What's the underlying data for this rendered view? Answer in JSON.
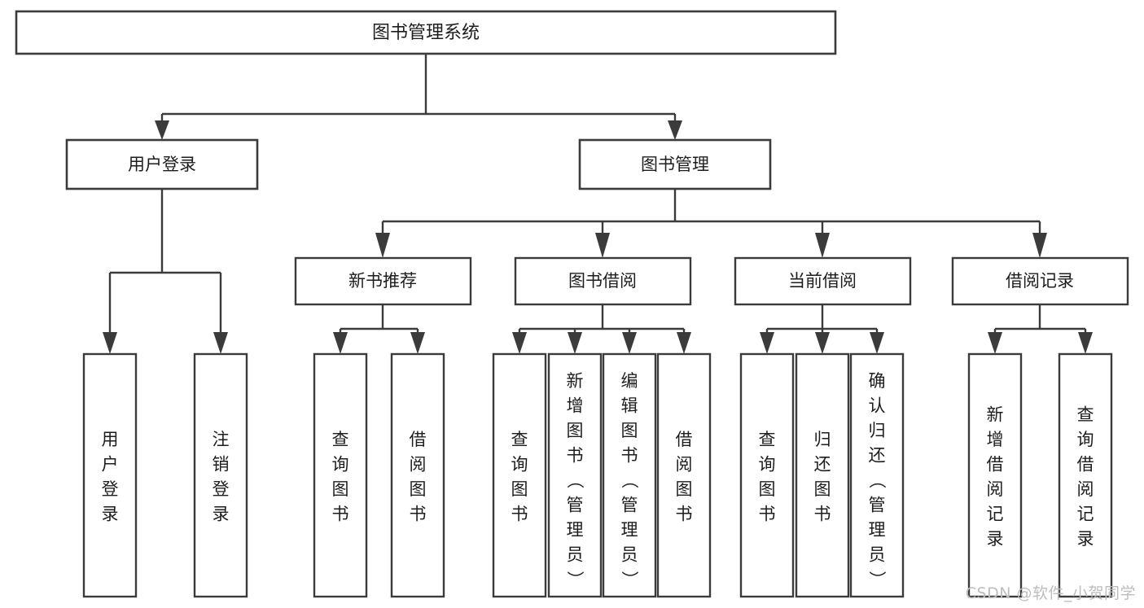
{
  "diagram": {
    "type": "tree",
    "title": "图书管理系统",
    "root": {
      "id": "root",
      "label": "图书管理系统",
      "orientation": "horizontal"
    },
    "level2": [
      {
        "id": "user-login",
        "label": "用户登录",
        "orientation": "horizontal"
      },
      {
        "id": "book-management",
        "label": "图书管理",
        "orientation": "horizontal"
      }
    ],
    "level3": [
      {
        "id": "new-book-recommend",
        "label": "新书推荐",
        "orientation": "horizontal",
        "parent": "book-management"
      },
      {
        "id": "book-borrow",
        "label": "图书借阅",
        "orientation": "horizontal",
        "parent": "book-management"
      },
      {
        "id": "current-borrow",
        "label": "当前借阅",
        "orientation": "horizontal",
        "parent": "book-management"
      },
      {
        "id": "borrow-record",
        "label": "借阅记录",
        "orientation": "horizontal",
        "parent": "book-management"
      }
    ],
    "leaves": [
      {
        "id": "leaf-user-login",
        "label": "用户登录",
        "orientation": "vertical",
        "parent": "user-login"
      },
      {
        "id": "leaf-user-logout",
        "label": "注销登录",
        "orientation": "vertical",
        "parent": "user-login"
      },
      {
        "id": "leaf-query-book-1",
        "label": "查询图书",
        "orientation": "vertical",
        "parent": "new-book-recommend"
      },
      {
        "id": "leaf-borrow-book-1",
        "label": "借阅图书",
        "orientation": "vertical",
        "parent": "new-book-recommend"
      },
      {
        "id": "leaf-query-book-2",
        "label": "查询图书",
        "orientation": "vertical",
        "parent": "book-borrow"
      },
      {
        "id": "leaf-add-book",
        "label": "新增图书（管理员）",
        "orientation": "vertical",
        "parent": "book-borrow"
      },
      {
        "id": "leaf-edit-book",
        "label": "编辑图书（管理员）",
        "orientation": "vertical",
        "parent": "book-borrow"
      },
      {
        "id": "leaf-borrow-book-2",
        "label": "借阅图书",
        "orientation": "vertical",
        "parent": "book-borrow"
      },
      {
        "id": "leaf-query-book-3",
        "label": "查询图书",
        "orientation": "vertical",
        "parent": "current-borrow"
      },
      {
        "id": "leaf-return-book",
        "label": "归还图书",
        "orientation": "vertical",
        "parent": "current-borrow"
      },
      {
        "id": "leaf-confirm-return",
        "label": "确认归还（管理员）",
        "orientation": "vertical",
        "parent": "current-borrow"
      },
      {
        "id": "leaf-add-record",
        "label": "新增借阅记录",
        "orientation": "vertical",
        "parent": "borrow-record"
      },
      {
        "id": "leaf-query-record",
        "label": "查询借阅记录",
        "orientation": "vertical",
        "parent": "borrow-record"
      }
    ]
  },
  "watermark": {
    "text": "CSDN @软件_小贺同学",
    "color": "#bdbdbd"
  },
  "colors": {
    "background": "#ffffff",
    "box_stroke": "#3b3b3b",
    "box_fill": "#ffffff",
    "text": "#1d1d1d",
    "connector": "#3b3b3b"
  }
}
